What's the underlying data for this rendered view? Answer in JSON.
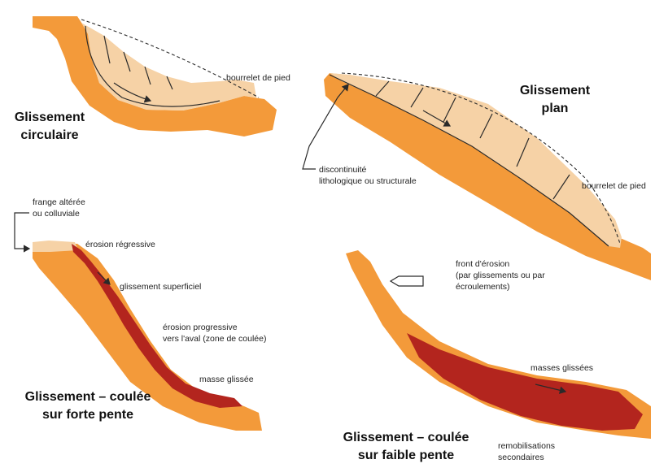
{
  "panels": {
    "circular": {
      "title_line1": "Glissement",
      "title_line2": "circulaire",
      "label_bourrelet": "bourrelet de pied"
    },
    "plan": {
      "title_line1": "Glissement",
      "title_line2": "plan",
      "label_discontinuite_1": "discontinuité",
      "label_discontinuite_2": "lithologique ou structurale",
      "label_bourrelet": "bourrelet de pied"
    },
    "steep": {
      "title_line1": "Glissement – coulée",
      "title_line2": "sur forte pente",
      "label_frange_1": "frange altérée",
      "label_frange_2": "ou colluviale",
      "label_erosion_reg": "érosion régressive",
      "label_superficiel": "glissement superficiel",
      "label_prog_1": "érosion progressive",
      "label_prog_2": "vers l'aval (zone de coulée)",
      "label_masse": "masse glissée"
    },
    "gentle": {
      "title_line1": "Glissement – coulée",
      "title_line2": "sur faible pente",
      "label_front_1": "front d'érosion",
      "label_front_2": "(par glissements ou par",
      "label_front_3": "écroulements)",
      "label_masses": "masses glissées",
      "label_remob_1": "remobilisations",
      "label_remob_2": "secondaires"
    }
  },
  "colors": {
    "substrate": "#f39a3a",
    "slid_material": "#f6d2a6",
    "slid_mass": "#b3251e"
  }
}
